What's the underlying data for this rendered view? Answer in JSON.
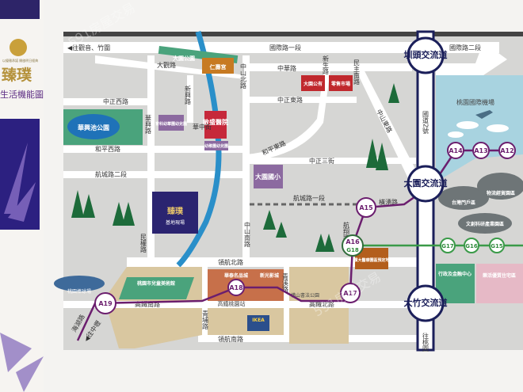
{
  "brand": {
    "name": "臻璞",
    "subtitle": "生活機能圖",
    "tagline": "以優雅承諾 開啟明日經典"
  },
  "watermark": "591房屋交易",
  "roads": {
    "guoji_1": "國際路一段",
    "guoji_2": "國際路二段",
    "to_guanyin": "◀往觀音、竹圍",
    "daguan": "大觀路",
    "zhongzheng_w": "中正西路",
    "huaxing": "華興路",
    "xinxing": "新興路",
    "huazhong": "華中街",
    "zhongshan_n": "中山北路",
    "zhonghua": "中華路",
    "xinsheng": "新生路",
    "minzhu_s": "民主南路",
    "zhongzheng_e": "中正東路",
    "heping_w": "和平西路",
    "heping_e": "和平東路",
    "zhongshan_e": "中山東路",
    "zhongzheng_3": "中正三街",
    "hangcheng_2": "航城路二段",
    "hangcheng_1": "航城路一段",
    "minquan": "民權路",
    "zhongshan_s": "中山南路",
    "hengyong": "橫湧路",
    "hangxiang": "航翔路",
    "linghang_n": "領航北路",
    "linghang_s": "領航南路",
    "gaotie_s": "高鐵南路",
    "gaotie_n": "高鐵北路",
    "qingpu": "青埔路",
    "qingxi": "青溪路",
    "haihu": "海湖路",
    "to_zhongli": "◀往中壢",
    "freeway2": "國道2號",
    "to_taoyuan": "往桃園"
  },
  "interchanges": [
    "圳頭交流道",
    "大園交流道",
    "大竹交流道"
  ],
  "landmarks": {
    "park_daguan": "大園公園",
    "temple": "仁壽宮",
    "park_huaxing": "華興池公園",
    "hospital": "敏盛醫院",
    "market_1": "大園公有",
    "market_2": "零售市場",
    "school": "大園國小",
    "kinder_1": "育科幼華園幼兒園",
    "kinder_2": "幼稚園幼兒園",
    "site_name": "臻璞",
    "site_label": "基地現場",
    "airport": "桃園國際機場",
    "gateway": "台灣門戶區",
    "logistics": "物流經貿園區",
    "culture": "文創科研產業園區",
    "medical": "濱大醫療園區預定地",
    "finance": "行政及金融中心",
    "housing": "樂活優質住宅區",
    "baseball": "桃園棒球場",
    "art_museum": "桃園市兒童美術館",
    "glory_mall": "華泰名品城",
    "cinema": "新光影城",
    "hsr": "高鐵桃園站",
    "ikea": "IKEA",
    "calligraphy": "橫山書法公園"
  },
  "metro_airport": [
    "A12",
    "A13",
    "A14",
    "A15",
    "A16",
    "A17",
    "A18",
    "A19"
  ],
  "metro_green": [
    "G15",
    "G16",
    "G17",
    "G18"
  ],
  "colors": {
    "metro": "#6b1e6e",
    "green_line": "#3a9a48",
    "freeway": "#1b1f5a",
    "airport": "#a8d3e0",
    "site": "#2b2470"
  }
}
